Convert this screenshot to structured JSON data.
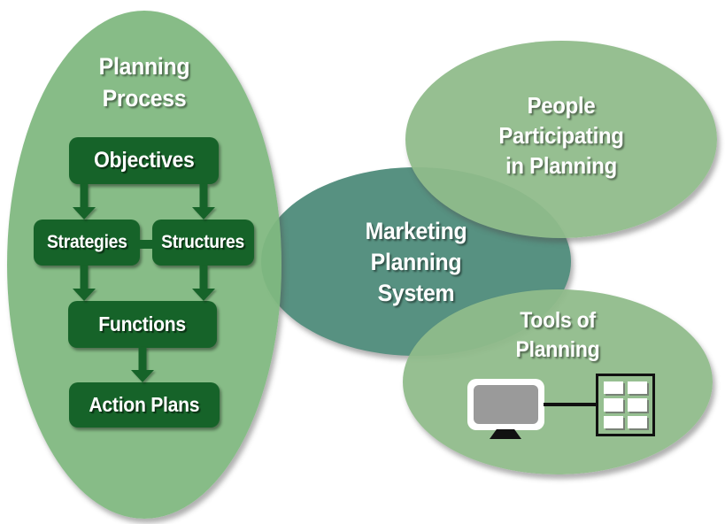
{
  "diagram_title": "Marketing Planning System",
  "colors": {
    "center_ellipse": "#579181",
    "left_ellipse": "#84bb84",
    "right_ellipses": "#96bf93",
    "flow_box": "#166329",
    "label_text": "#ffffff",
    "icon_black": "#111111",
    "monitor_screen_gray": "#9a9a9a"
  },
  "center_ellipse": {
    "label_lines": [
      "Marketing",
      "Planning",
      "System"
    ]
  },
  "planning_process": {
    "title_lines": [
      "Planning",
      "Process"
    ],
    "flowchart": {
      "objectives": "Objectives",
      "strategies": "Strategies",
      "structures": "Structures",
      "functions": "Functions",
      "action_plans": "Action Plans"
    }
  },
  "people_ellipse": {
    "label_lines": [
      "People",
      "Participating",
      "in Planning"
    ]
  },
  "tools_ellipse": {
    "label_lines": [
      "Tools of",
      "Planning"
    ],
    "icons": [
      "computer-monitor-icon",
      "spreadsheet-icon"
    ]
  }
}
